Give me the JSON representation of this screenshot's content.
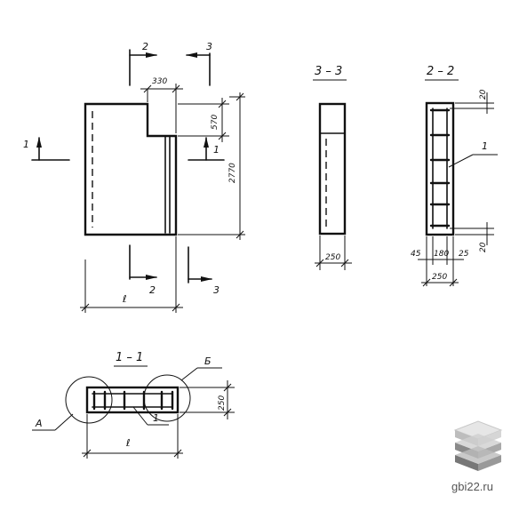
{
  "drawing": {
    "main_view": {
      "dim_top": "330",
      "dim_notch": "570",
      "dim_height": "2770",
      "dim_bottom": "ℓ",
      "cut_mark_left": "1",
      "cut_mark_right": "1",
      "cut_mark_top_2": "2",
      "cut_mark_top_3": "3",
      "cut_mark_bottom_2": "2",
      "cut_mark_bottom_3": "3"
    },
    "section_3_3": {
      "title": "3 – 3",
      "dim_width": "250"
    },
    "section_2_2": {
      "title": "2 – 2",
      "dim_cover_top": "20",
      "dim_cover_bottom": "20",
      "dim_left": "45",
      "dim_mid": "180",
      "dim_right": "25",
      "dim_width": "250",
      "rebar_label": "1"
    },
    "section_1_1": {
      "title": "1 – 1",
      "node_a": "А",
      "node_b": "Б",
      "rebar_label": "1",
      "dim_thickness": "250",
      "dim_length": "ℓ"
    }
  },
  "watermark": {
    "text": "gbi22.ru",
    "logo": "stacked-slabs-logo"
  }
}
